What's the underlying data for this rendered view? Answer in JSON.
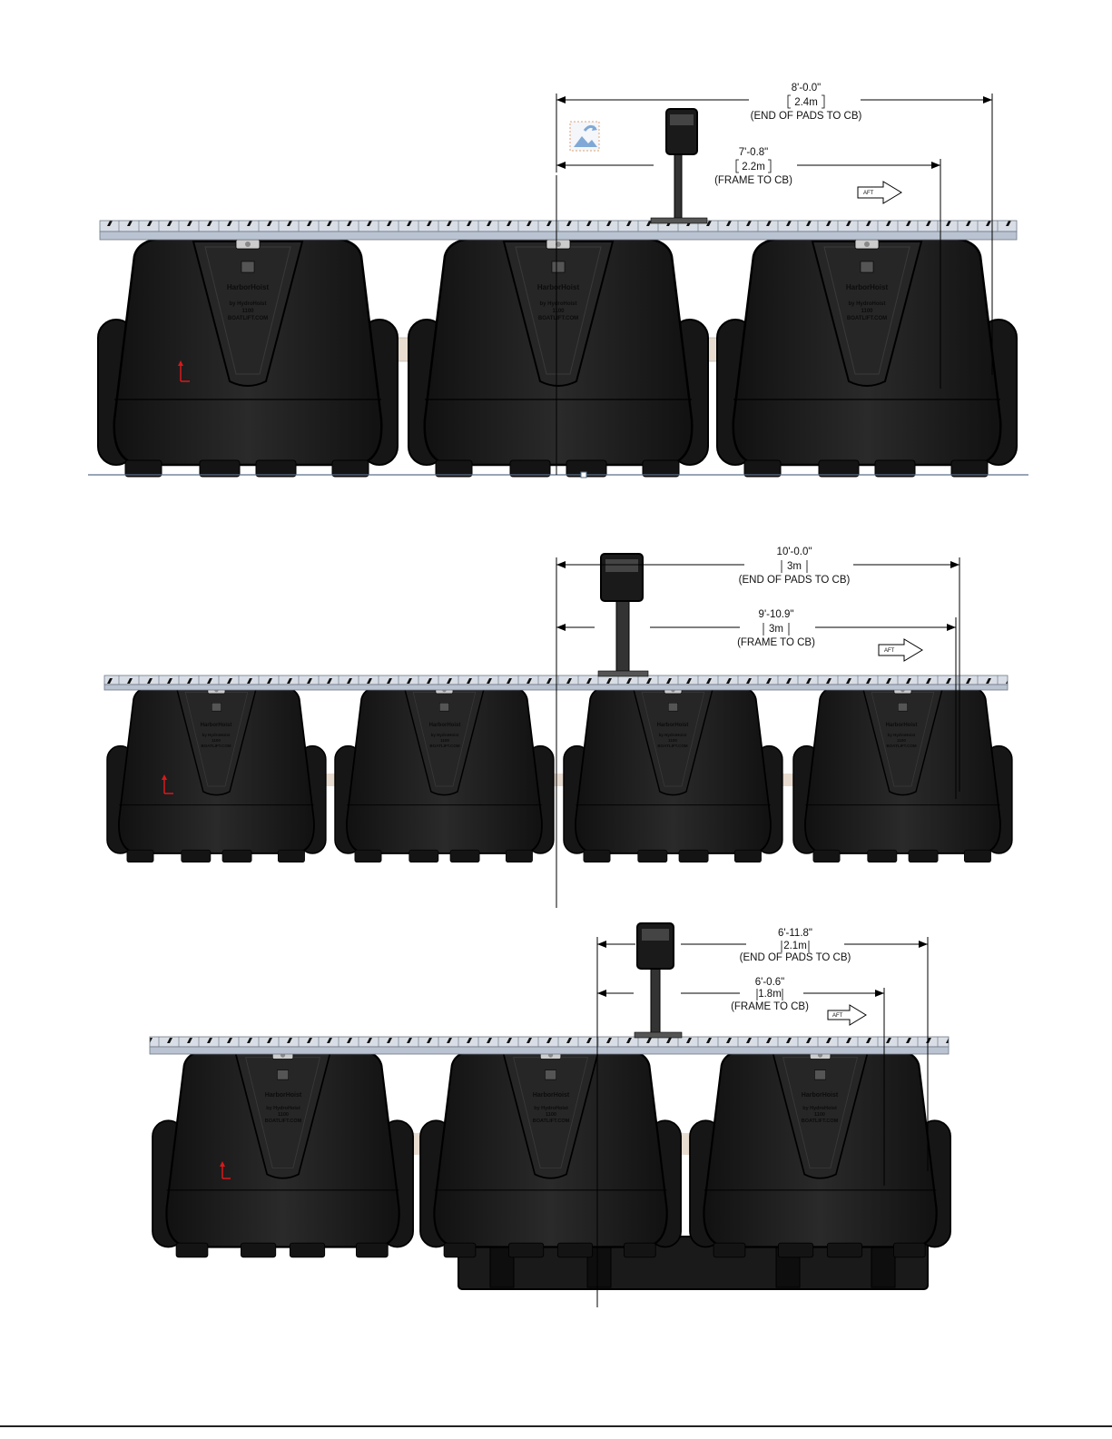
{
  "views": [
    {
      "id": "three-floats-top",
      "end_of_pads_to_cb": {
        "imperial": "8'-0.0\"",
        "metric": "2.4m",
        "label": "(END OF PADS TO CB)"
      },
      "frame_to_cb": {
        "imperial": "7'-0.8\"",
        "metric": "2.2m",
        "label": "(FRAME TO CB)"
      },
      "aft_label": "AFT",
      "float_count": 3
    },
    {
      "id": "four-floats-middle",
      "end_of_pads_to_cb": {
        "imperial": "10'-0.0\"",
        "metric": "3m",
        "label": "(END OF PADS TO CB)"
      },
      "frame_to_cb": {
        "imperial": "9'-10.9\"",
        "metric": "3m",
        "label": "(FRAME TO CB)"
      },
      "aft_label": "AFT",
      "float_count": 4
    },
    {
      "id": "three-floats-bottom",
      "end_of_pads_to_cb": {
        "imperial": "6'-11.8\"",
        "metric": "2.1m",
        "label": "(END OF PADS TO CB)"
      },
      "frame_to_cb": {
        "imperial": "6'-0.6\"",
        "metric": "1.8m",
        "label": "(FRAME TO CB)"
      },
      "aft_label": "AFT",
      "float_count": 3
    }
  ],
  "float_branding": {
    "brand": "HarborHoist",
    "by_line": "by HydroHoist",
    "model": "1100",
    "website": "BOATLIFT.COM"
  },
  "colors": {
    "float_body": "#1c1c1c",
    "float_edge": "#000000",
    "rail": "#d6dbe3",
    "rail_dark": "#8a93a0",
    "dimension_line": "#000000",
    "axis_red": "#d8191b",
    "tube": "#e8dcd0"
  },
  "icons": [
    "image-placeholder-icon",
    "aft-arrow-icon",
    "axis-triad-icon"
  ]
}
